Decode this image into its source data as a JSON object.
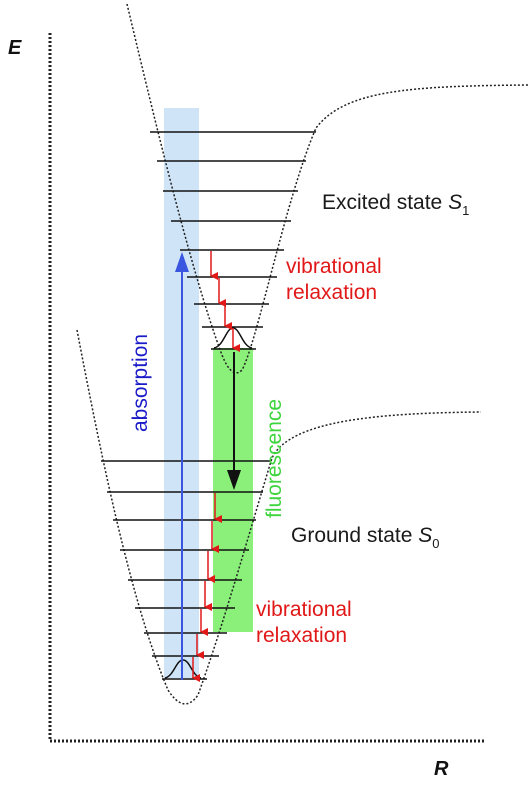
{
  "axes": {
    "y_label": "E",
    "x_label": "R"
  },
  "labels": {
    "excited_state": "Excited state ",
    "excited_symbol": "S",
    "excited_sub": "1",
    "ground_state": "Ground state ",
    "ground_symbol": "S",
    "ground_sub": "0",
    "absorption": "absorption",
    "fluorescence": "fluorescence",
    "vib_relax_top_line1": "vibrational",
    "vib_relax_top_line2": "relaxation",
    "vib_relax_bottom_line1": "vibrational",
    "vib_relax_bottom_line2": "relaxation"
  },
  "colors": {
    "absorption_band": "#cfe5f7",
    "absorption_arrow": "#3a55e0",
    "absorption_text": "#1a1ac8",
    "fluorescence_band": "#8af07a",
    "fluorescence_text": "#3ed43e",
    "relaxation": "#e01818",
    "text": "#1a1a1a"
  }
}
